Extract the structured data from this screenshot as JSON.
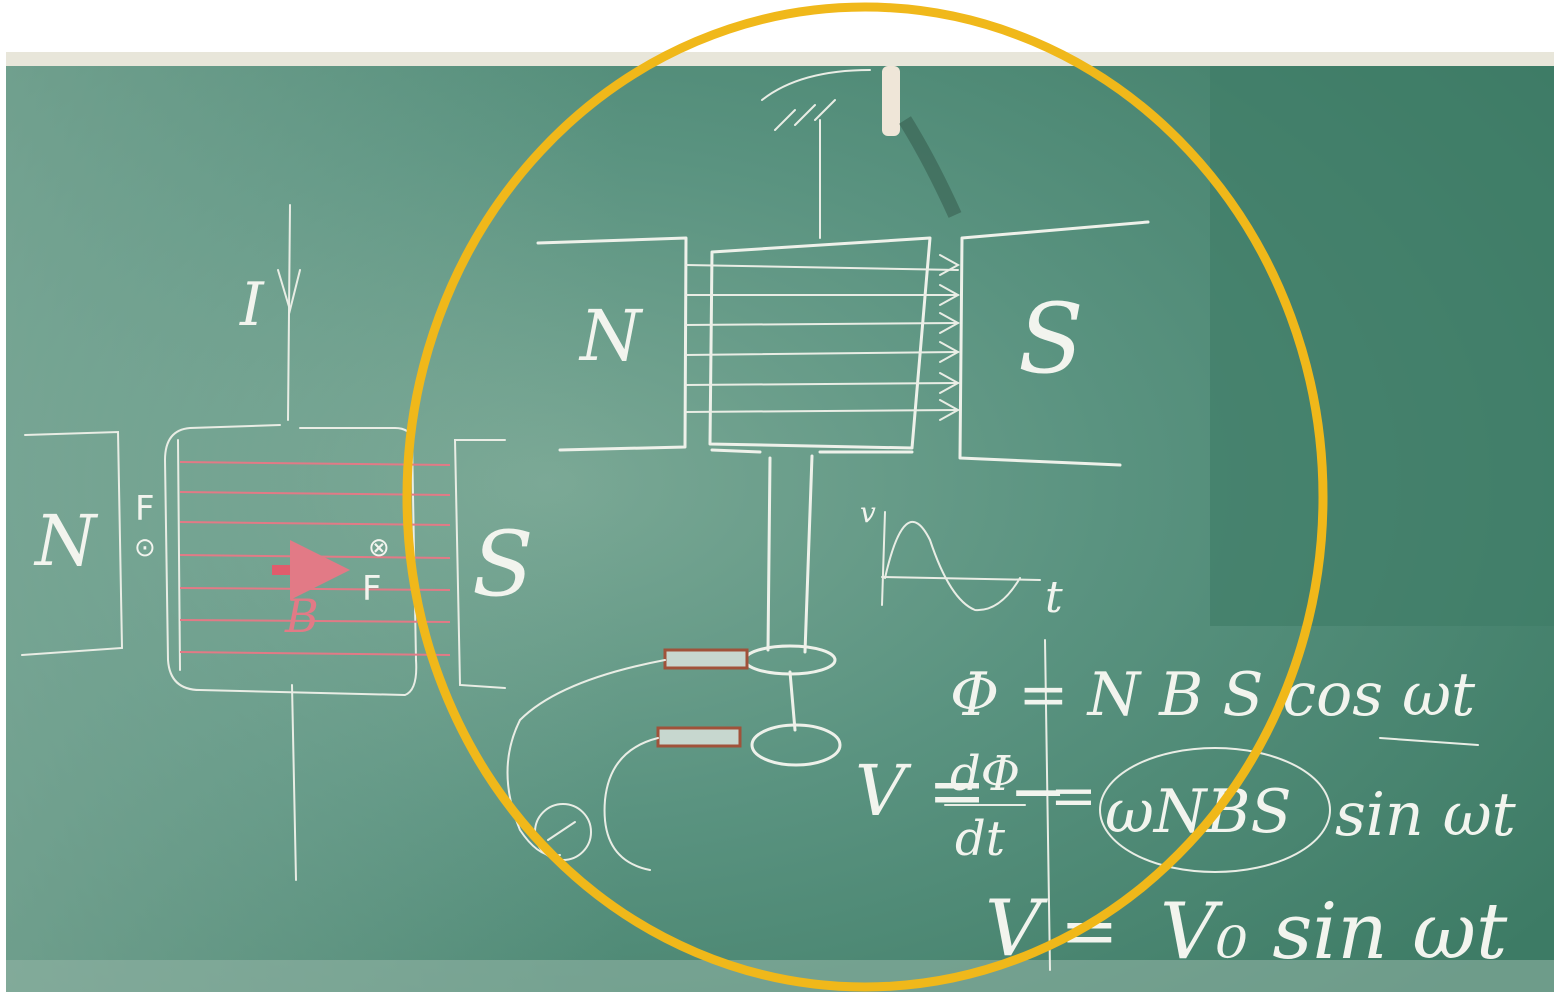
{
  "board": {
    "colors": {
      "board": "#3f7d67",
      "board_light": "#6aa08c",
      "chalk": "#f2f4ee",
      "highlight_circle": "#f0b81a",
      "pink_chalk": "#e27a86",
      "brown_clip": "#a0523a"
    }
  },
  "left_diagram": {
    "current_label": "I",
    "north_label": "N",
    "south_label": "S",
    "force_left": "F",
    "force_right": "F",
    "field_label": "B",
    "out_symbol": "⊙",
    "in_symbol": "⊗"
  },
  "generator_diagram": {
    "north_label": "N",
    "south_label": "S",
    "graph_v_label": "v",
    "graph_t_label": "t"
  },
  "equations": {
    "flux": "Φ = N B S cos ωt",
    "emf": "V = − dΦ/dt = ωNBS sin ωt",
    "emf_lhs": "V = −",
    "emf_num": "dΦ",
    "emf_den": "dt",
    "emf_rhs_circled": "ωNBS",
    "emf_rhs_tail": "sin ωt",
    "peak": "V = V₀ sin ωt",
    "peak_lhs": "V",
    "peak_eq": "=",
    "peak_rhs": "V₀ sin ωt"
  }
}
